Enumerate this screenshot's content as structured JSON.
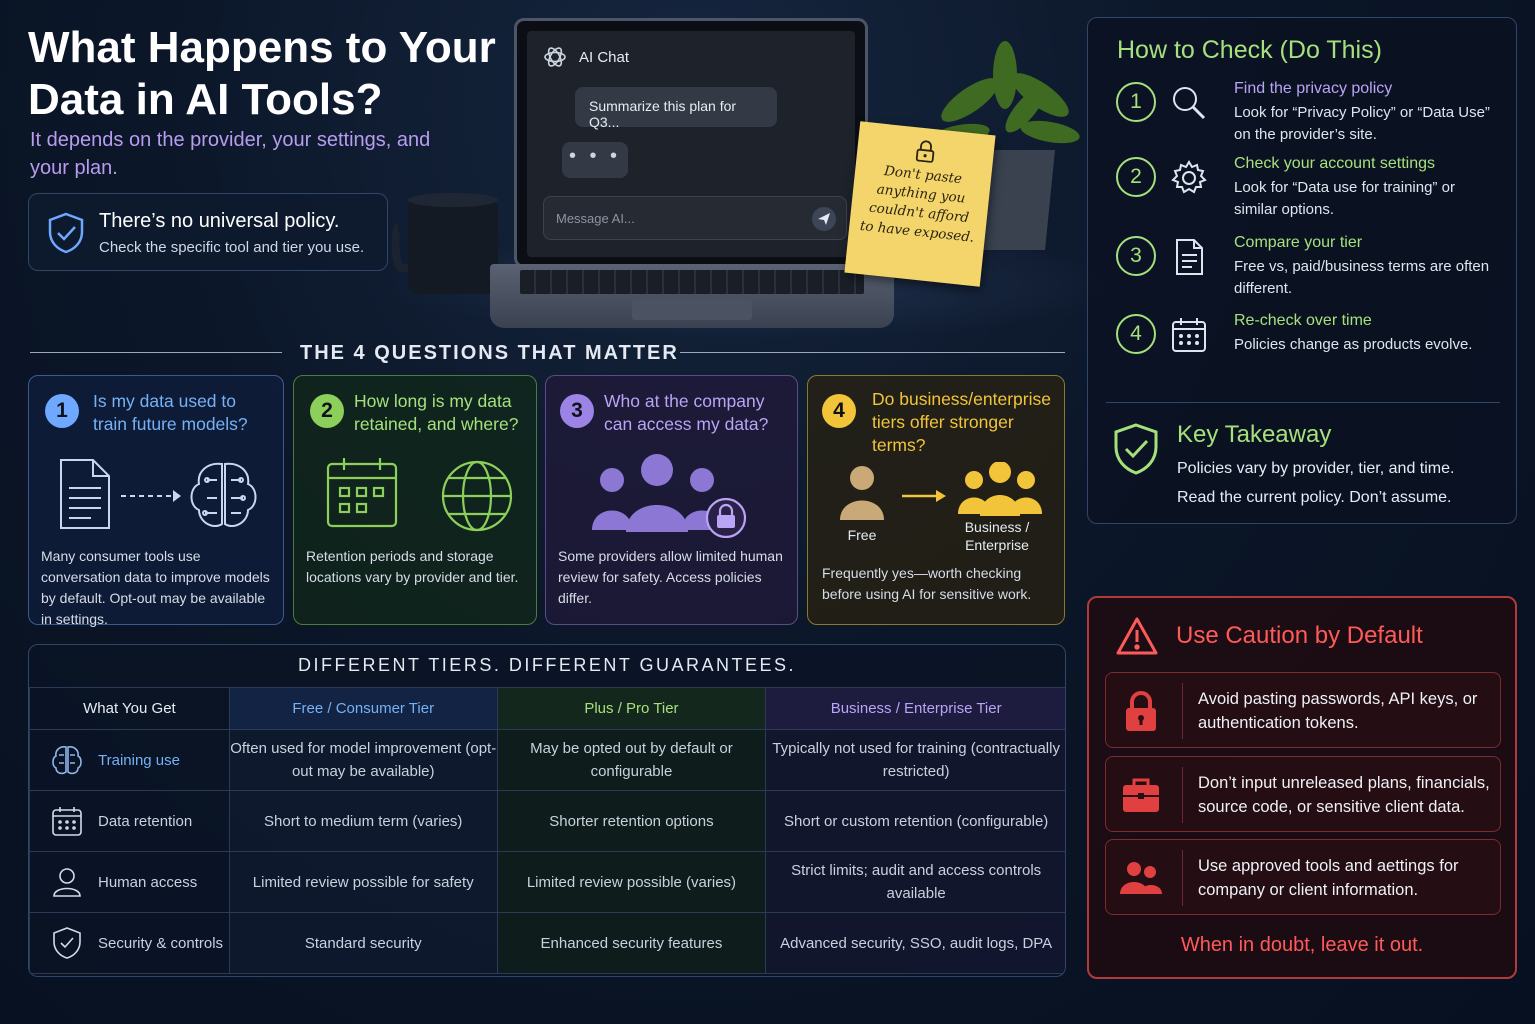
{
  "header": {
    "title": "What Happens to Your Data in AI Tools?",
    "subtitle": "It depends on the provider, your settings, and your plan.",
    "policy_title": "There’s no universal policy.",
    "policy_body": "Check the specific tool and tier you use."
  },
  "laptop": {
    "app_title": "AI Chat",
    "user_message": "Summarize this plan for Q3...",
    "typing_indicator": "• • •",
    "input_placeholder": "Message AI...",
    "send_icon": "send-icon"
  },
  "sticky_note": {
    "text": "Don't paste anything you couldn't afford to have exposed."
  },
  "questions": {
    "section_title": "THE 4 QUESTIONS THAT MATTER",
    "items": [
      {
        "number": "1",
        "title": "Is my data used to train future models?",
        "body": "Many consumer tools use conversation data to improve models by default. Opt-out may be available in settings.",
        "color": "#6ea8ff"
      },
      {
        "number": "2",
        "title": "How long is my data retained, and where?",
        "body": "Retention periods and storage locations vary by provider and tier.",
        "color": "#8ccf5a"
      },
      {
        "number": "3",
        "title": "Who at the company can access my data?",
        "body": "Some providers allow limited human review for safety. Access policies differ.",
        "color": "#9b84e6"
      },
      {
        "number": "4",
        "title": "Do business/enterprise tiers offer stronger terms?",
        "body": "Frequently yes—worth checking before using AI for sensitive work.",
        "color": "#f2c43a",
        "free_label": "Free",
        "business_label": "Business / Enterprise"
      }
    ]
  },
  "tiers": {
    "title": "DIFFERENT TIERS. DIFFERENT GUARANTEES.",
    "headers": [
      "What You Get",
      "Free / Consumer Tier",
      "Plus / Pro Tier",
      "Business / Enterprise Tier"
    ],
    "rows": [
      {
        "label": "Training use",
        "icon": "brain-icon",
        "free": "Often used for model improvement (opt-out may be available)",
        "plus": "May be opted out by default or configurable",
        "biz": "Typically not used for training (contractually restricted)"
      },
      {
        "label": "Data retention",
        "icon": "calendar-icon",
        "free": "Short to medium term (varies)",
        "plus": "Shorter retention options",
        "biz": "Short or custom retention (configurable)"
      },
      {
        "label": "Human access",
        "icon": "person-icon",
        "free": "Limited review possible for safety",
        "plus": "Limited review possible (varies)",
        "biz": "Strict limits; audit and access controls available"
      },
      {
        "label": "Security & controls",
        "icon": "shield-check-icon",
        "free": "Standard security",
        "plus": "Enhanced security features",
        "biz": "Advanced security, SSO, audit logs, DPA"
      }
    ]
  },
  "how_to_check": {
    "title": "How to Check (Do This)",
    "steps": [
      {
        "number": "1",
        "icon": "search-icon",
        "title": "Find the privacy policy",
        "body": "Look for “Privacy Policy” or “Data Use” on the provider’s site."
      },
      {
        "number": "2",
        "icon": "gear-icon",
        "title": "Check your account settings",
        "body": "Look for “Data use for training” or similar options."
      },
      {
        "number": "3",
        "icon": "document-icon",
        "title": "Compare your tier",
        "body": "Free vs, paid/business terms are often different."
      },
      {
        "number": "4",
        "icon": "calendar-icon",
        "title": "Re-check over time",
        "body": "Policies change as products evolve."
      }
    ],
    "takeaway_title": "Key Takeaway",
    "takeaway_line1": "Policies vary by provider, tier, and time.",
    "takeaway_line2": "Read the current policy. Don’t assume."
  },
  "caution": {
    "title": "Use Caution by Default",
    "items": [
      {
        "icon": "lock-icon",
        "text": "Avoid pasting passwords, API keys, or authentication tokens."
      },
      {
        "icon": "briefcase-icon",
        "text": "Don’t input unreleased plans, financials, source code, or sensitive client data."
      },
      {
        "icon": "people-icon",
        "text": "Use approved tools and aettings for company or client information."
      }
    ],
    "footer": "When in doubt, leave it out."
  },
  "colors": {
    "accent_green": "#a6e07c",
    "accent_purple": "#b9a4f5",
    "accent_blue": "#76b1f5",
    "caution_red": "#ff5a5a"
  }
}
